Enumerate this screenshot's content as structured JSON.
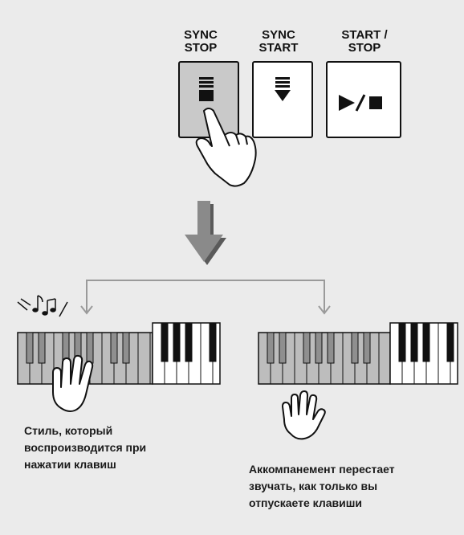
{
  "buttons": [
    {
      "line1": "SYNC",
      "line2": "STOP",
      "icon": "sync-stop-icon",
      "pressed": true
    },
    {
      "line1": "SYNC",
      "line2": "START",
      "icon": "sync-start-icon",
      "pressed": false
    },
    {
      "line1": "START /",
      "line2": "STOP",
      "icon": "play-stop-icon",
      "pressed": false
    }
  ],
  "captions": {
    "left": {
      "line1": "Стиль, который",
      "line2": "воспроизводится при",
      "line3": "нажатии клавиш"
    },
    "right": {
      "line1": "Аккомпанемент перестает",
      "line2": "звучать, как только вы",
      "line3": "отпускаете клавиши"
    }
  },
  "colors": {
    "background": "#ebebeb",
    "pressed_button": "#c9c9c9",
    "arrow": "#8a8a8a",
    "connector": "#9a9a9a",
    "shaded_keys": "#bdbdbd"
  }
}
